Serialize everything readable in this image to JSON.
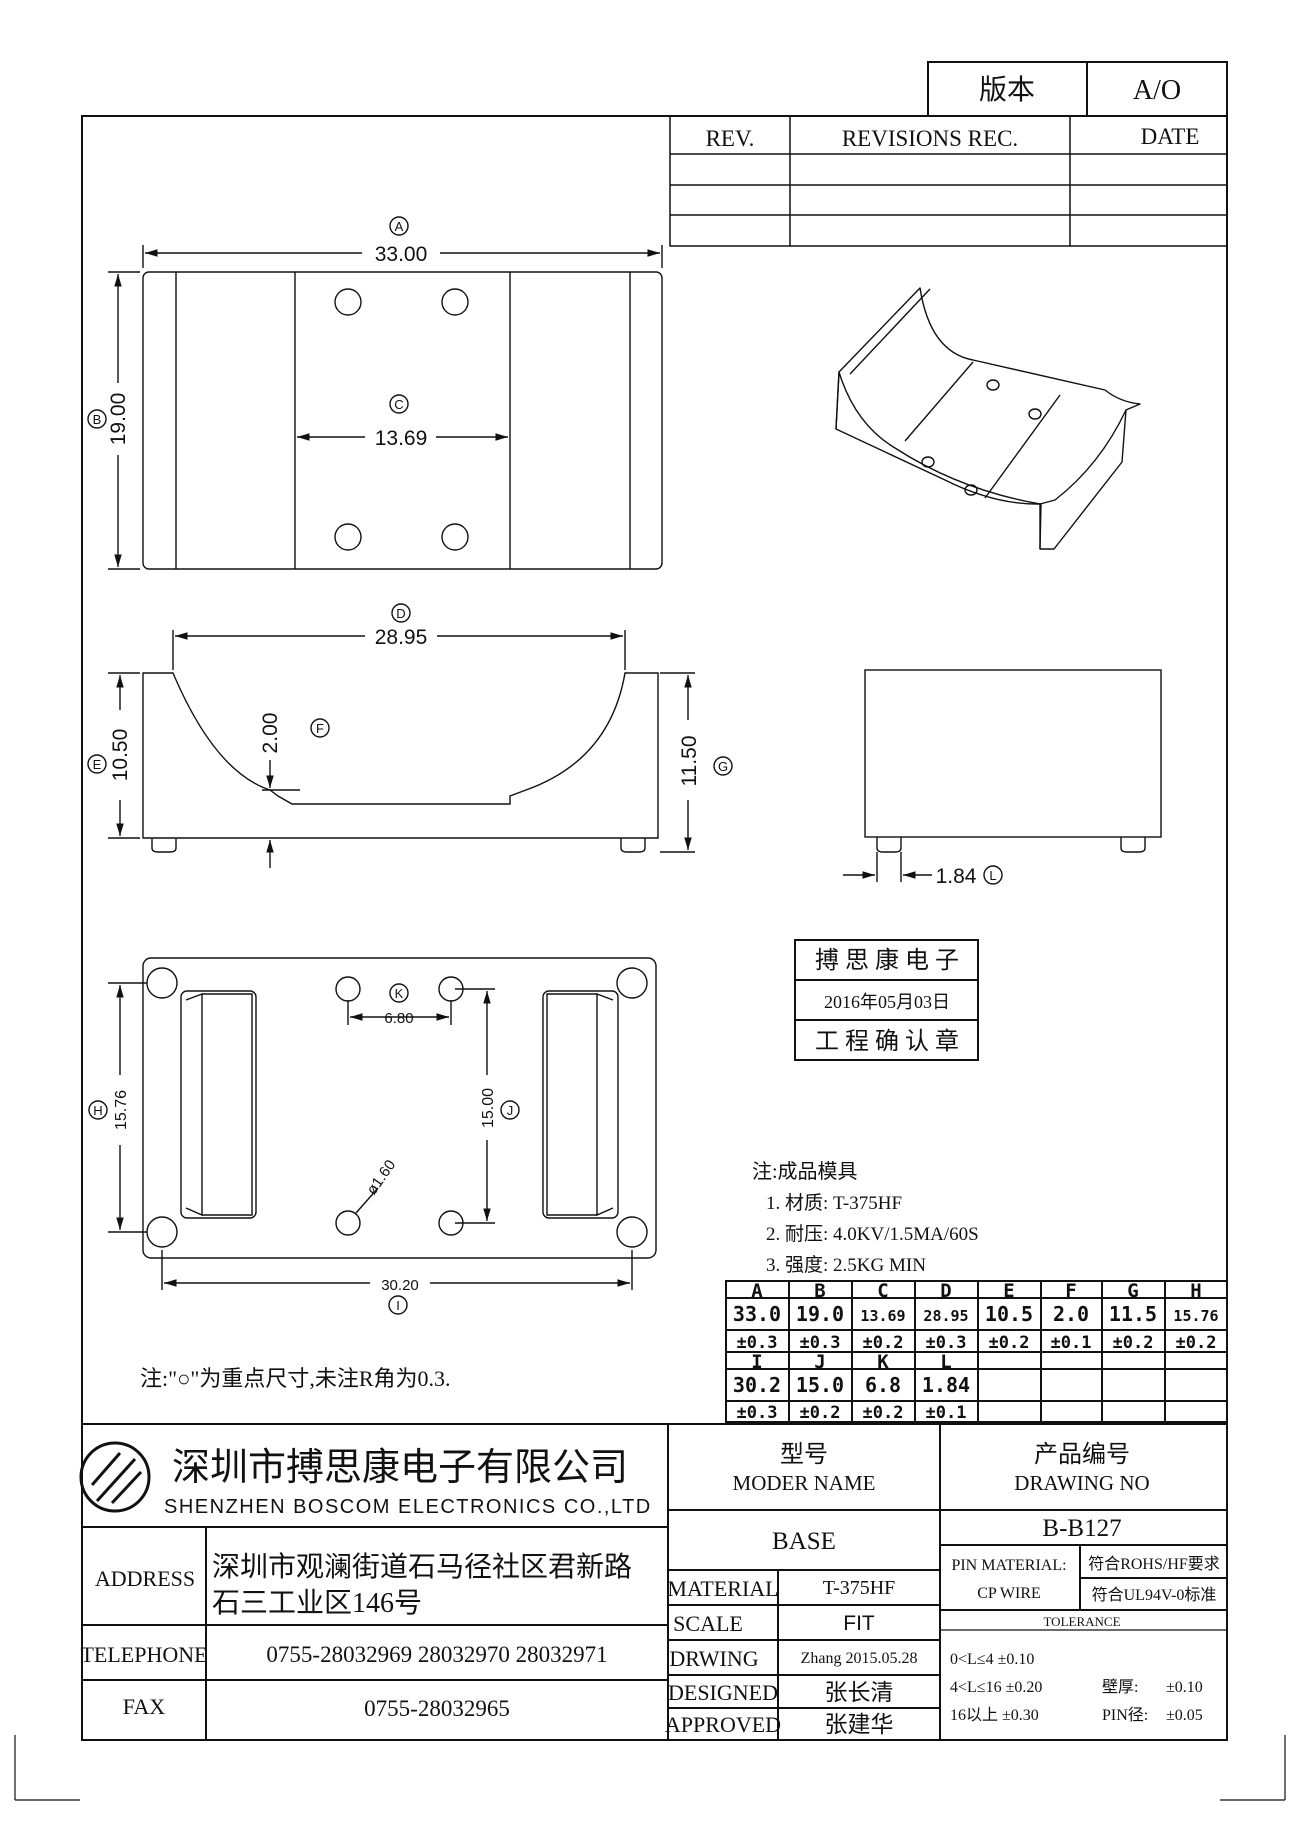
{
  "version_box": {
    "label": "版本",
    "value": "A/O"
  },
  "revision_table": {
    "headers": [
      "REV.",
      "REVISIONS REC.",
      "DATE"
    ]
  },
  "views": {
    "top": {
      "dims": {
        "A_letter": "A",
        "A_value": "33.00",
        "B_letter": "B",
        "B_value": "19.00",
        "C_letter": "C",
        "C_value": "13.69"
      }
    },
    "front": {
      "dims": {
        "D_letter": "D",
        "D_value": "28.95",
        "E_letter": "E",
        "E_value": "10.50",
        "F_letter": "F",
        "F_value": "2.00"
      }
    },
    "side": {
      "dims": {
        "G_letter": "G",
        "G_value": "11.50",
        "L_letter": "L",
        "L_value": "1.84"
      }
    },
    "bottom": {
      "dims": {
        "H_letter": "H",
        "H_value": "15.76",
        "I_letter": "I",
        "I_value": "30.20",
        "J_letter": "J",
        "J_value": "15.00",
        "K_letter": "K",
        "K_value": "6.80",
        "pin_value": "ø1.60"
      }
    }
  },
  "stamp": {
    "company": "搏 思 康 电 子",
    "date": "2016年05月03日",
    "label": "工 程 确 认 章"
  },
  "notes": {
    "title": "注:成品模具",
    "items": [
      "1. 材质: T-375HF",
      "2. 耐压: 4.0KV/1.5MA/60S",
      "3. 强度: 2.5KG  MIN"
    ],
    "key_dims": "注:\"○\"为重点尺寸,未注R角为0.3."
  },
  "dim_table": {
    "row1_letters": [
      "A",
      "B",
      "C",
      "D",
      "E",
      "F",
      "G",
      "H"
    ],
    "row1_values": [
      "33.0",
      "19.0",
      "13.69",
      "28.95",
      "10.5",
      "2.0",
      "11.5",
      "15.76"
    ],
    "row1_tol": [
      "±0.3",
      "±0.3",
      "±0.2",
      "±0.3",
      "±0.2",
      "±0.1",
      "±0.2",
      "±0.2"
    ],
    "row2_letters": [
      "I",
      "J",
      "K",
      "L"
    ],
    "row2_values": [
      "30.2",
      "15.0",
      "6.8",
      "1.84"
    ],
    "row2_tol": [
      "±0.3",
      "±0.2",
      "±0.2",
      "±0.1"
    ]
  },
  "title_block": {
    "company_cn": "深圳市搏思康电子有限公司",
    "company_en": "SHENZHEN BOSCOM ELECTRONICS CO.,LTD",
    "address_label": "ADDRESS",
    "address_line1": "深圳市观澜街道石马径社区君新路",
    "address_line2": "石三工业区146号",
    "telephone_label": "TELEPHONE",
    "telephone": "0755-28032969 28032970 28032971",
    "fax_label": "FAX",
    "fax": "0755-28032965",
    "model_cn": "型号",
    "model_en": "MODER NAME",
    "model_value": "BASE",
    "drawing_cn": "产品编号",
    "drawing_en": "DRAWING NO",
    "drawing_value": "B-B127",
    "material_label": "MATERIAL",
    "material_value": "T-375HF",
    "scale_label": "SCALE",
    "scale_value": "FIT",
    "drawing_label": "DRWING",
    "drawing_by": "Zhang 2015.05.28",
    "designed_label": "DESIGNED",
    "designed_by": "张长清",
    "approved_label": "APPROVED",
    "approved_by": "张建华",
    "pin_material_label": "PIN MATERIAL:",
    "pin_material_value": "CP WIRE",
    "rohs": "符合ROHS/HF要求",
    "ul": "符合UL94V-0标准",
    "tolerance_label": "TOLERANCE",
    "tol1": "0<L≤4  ±0.10",
    "tol2": "4<L≤16  ±0.20",
    "tol3": "16以上    ±0.30",
    "wall_label": "壁厚:",
    "wall_value": "±0.10",
    "pin_dia_label": "PIN径:",
    "pin_dia_value": "±0.05"
  }
}
